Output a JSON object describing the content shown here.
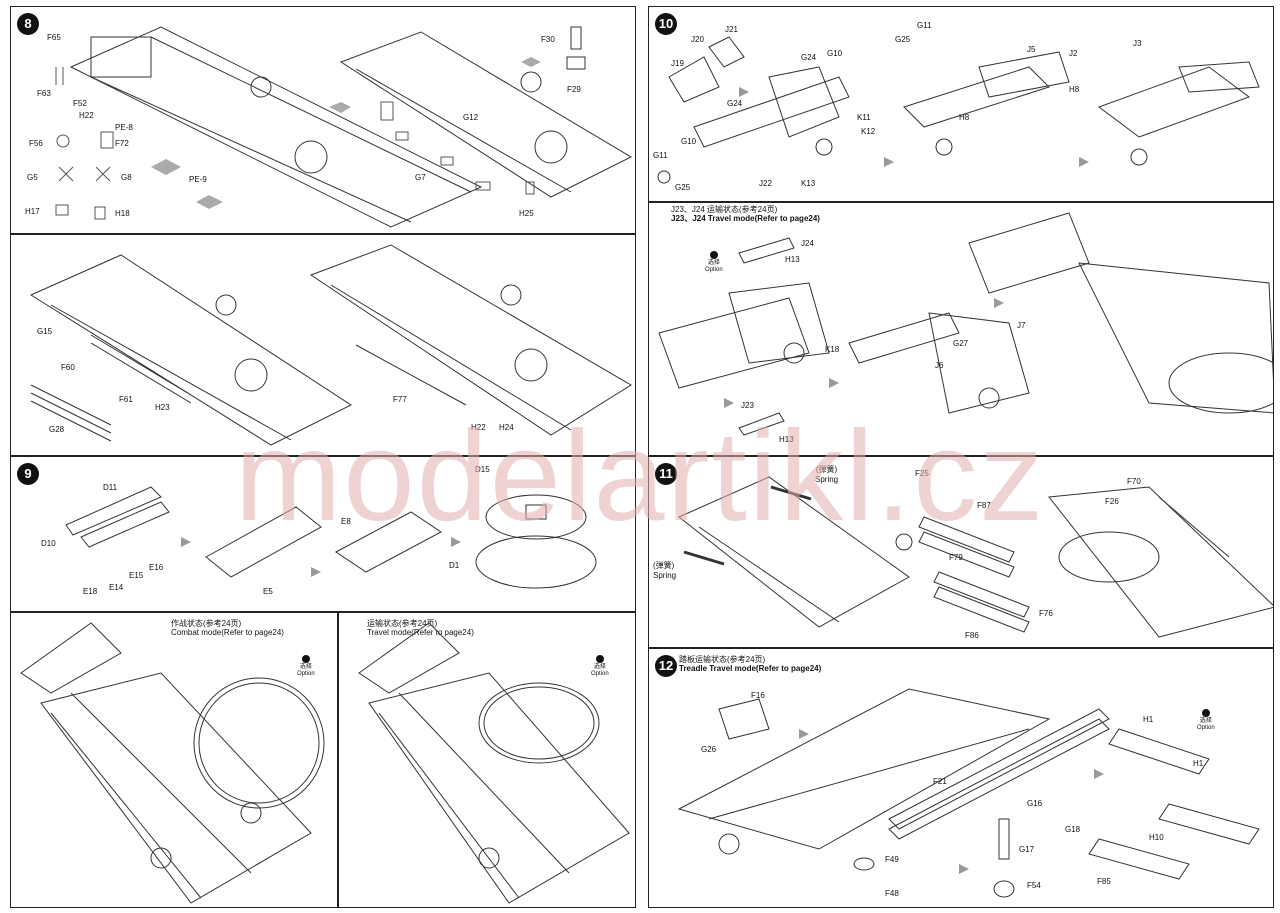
{
  "watermark": "modelartikl.cz",
  "steps": {
    "s8": "8",
    "s9": "9",
    "s10": "10",
    "s11": "11",
    "s12": "12"
  },
  "captions": {
    "travel_j23_cn": "J23、J24 运输状态(参考24页)",
    "travel_j23_en": "J23、J24 Travel mode(Refer to page24)",
    "combat_cn": "作战状态(参考24页)",
    "combat_en": "Combat mode(Refer to page24)",
    "travel_cn": "运输状态(参考24页)",
    "travel_en": "Travel mode(Refer to page24)",
    "treadle_cn": "踏板运输状态(参考24页)",
    "treadle_en": "Treadle Travel mode(Refer to page24)",
    "spring_cn": "(弹簧)",
    "spring_en": "Spring",
    "option_cn": "选择",
    "option_en": "Option"
  },
  "labels": {
    "p8a": [
      "F65",
      "F63",
      "F52",
      "H22",
      "PE-8",
      "F56",
      "F72",
      "G5",
      "G8",
      "H17",
      "H18",
      "PE-9",
      "G12",
      "G7",
      "H25",
      "F30",
      "F29"
    ],
    "p8b": [
      "G15",
      "F60",
      "F61",
      "G28",
      "H23",
      "F77",
      "H22",
      "H24"
    ],
    "p9": [
      "D11",
      "D10",
      "E14",
      "E15",
      "E16",
      "E18",
      "E5",
      "E8",
      "D15",
      "D1"
    ],
    "p10a": [
      "J21",
      "J20",
      "J19",
      "G24",
      "G10",
      "G25",
      "G11",
      "J5",
      "J2",
      "J3",
      "G24",
      "G10",
      "G11",
      "G25",
      "J22",
      "K11",
      "K12",
      "K13",
      "H8",
      "H8"
    ],
    "p10b": [
      "J24",
      "H13",
      "K18",
      "J23",
      "H13",
      "G27",
      "J7",
      "J6"
    ],
    "p11": [
      "F25",
      "F87",
      "F79",
      "F76",
      "F86",
      "F70",
      "F26"
    ],
    "p12": [
      "F16",
      "G26",
      "F21",
      "H1",
      "H1",
      "G16",
      "G18",
      "G17",
      "F49",
      "F48",
      "F54",
      "H10",
      "F85"
    ]
  }
}
